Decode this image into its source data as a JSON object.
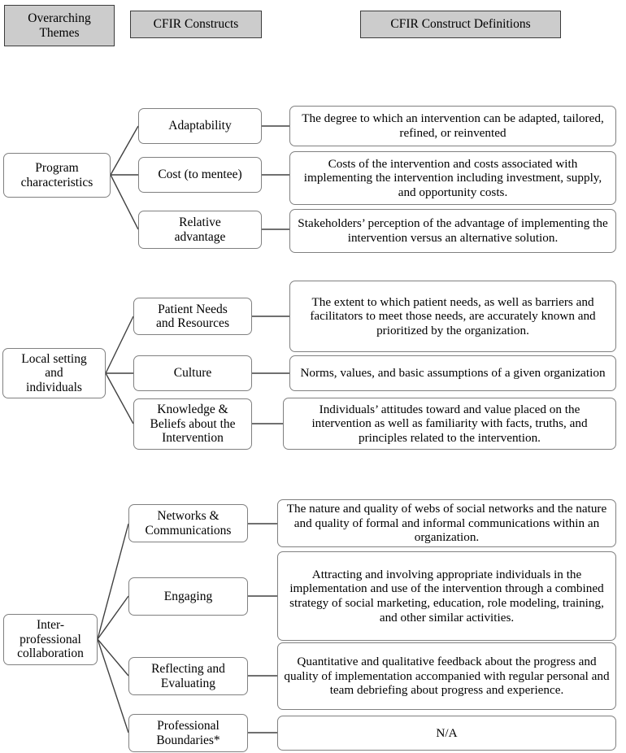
{
  "headers": [
    {
      "label": "Overarching\nThemes",
      "name": "header-overarching-themes"
    },
    {
      "label": "CFIR Constructs",
      "name": "header-cfir-constructs"
    },
    {
      "label": "CFIR Construct Definitions",
      "name": "header-cfir-construct-definitions"
    }
  ],
  "colors": {
    "header_fill": "#cccccc",
    "header_border": "#3c3c3c",
    "box_border": "#808080",
    "box_fill": "#ffffff",
    "connector": "#404040",
    "text": "#000000"
  },
  "sections": [
    {
      "theme": "Program\ncharacteristics",
      "rows": [
        {
          "construct": "Adaptability",
          "definition": "The degree to which an intervention can be adapted, tailored, refined, or reinvented"
        },
        {
          "construct": "Cost (to mentee)",
          "definition": "Costs of the intervention and costs associated with implementing the intervention including investment, supply, and opportunity costs."
        },
        {
          "construct": "Relative\nadvantage",
          "definition": "Stakeholders’ perception of the advantage of implementing the intervention versus an alternative solution."
        }
      ]
    },
    {
      "theme": "Local setting\nand\nindividuals",
      "rows": [
        {
          "construct": "Patient Needs\nand Resources",
          "definition": "The extent to which patient needs, as well as barriers and facilitators to meet those needs, are accurately known and prioritized by the organization."
        },
        {
          "construct": "Culture",
          "definition": "Norms, values, and basic assumptions of a given organization"
        },
        {
          "construct": "Knowledge &\nBeliefs about the\nIntervention",
          "definition": "Individuals’ attitudes toward and value placed on the intervention as well as familiarity with facts, truths, and principles related to the intervention."
        }
      ]
    },
    {
      "theme": "Inter-\nprofessional\ncollaboration",
      "rows": [
        {
          "construct": "Networks &\nCommunications",
          "definition": "The nature and quality of webs of social networks and the nature and quality of formal and informal communications within an organization."
        },
        {
          "construct": "Engaging",
          "definition": "Attracting and involving appropriate individuals in the implementation and use of the intervention through a combined strategy of social marketing, education, role modeling, training, and other similar activities."
        },
        {
          "construct": "Reflecting and\nEvaluating",
          "definition": "Quantitative and qualitative feedback about the progress and quality of implementation accompanied with regular personal and team debriefing about progress and experience."
        },
        {
          "construct": "Professional\nBoundaries*",
          "definition": "N/A"
        }
      ]
    }
  ]
}
